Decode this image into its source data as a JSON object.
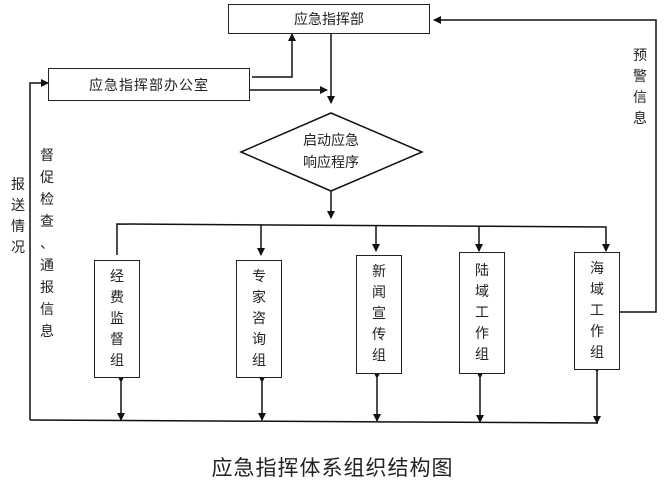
{
  "diagram": {
    "title": "应急指挥体系组织结构图",
    "nodes": {
      "command": "应急指挥部",
      "office": "应急指挥部办公室",
      "decision": [
        "启动应急",
        "响应程序"
      ],
      "groups": [
        {
          "id": "finance",
          "label": "经费监督组"
        },
        {
          "id": "expert",
          "label": "专家咨询组"
        },
        {
          "id": "news",
          "label": "新闻宣传组"
        },
        {
          "id": "land",
          "label": "陆域工作组"
        },
        {
          "id": "sea",
          "label": "海域工作组"
        }
      ]
    },
    "edge_labels": {
      "warning": "预警信息",
      "report": "报送情况",
      "supervise": "督促检查、通报信息"
    }
  }
}
